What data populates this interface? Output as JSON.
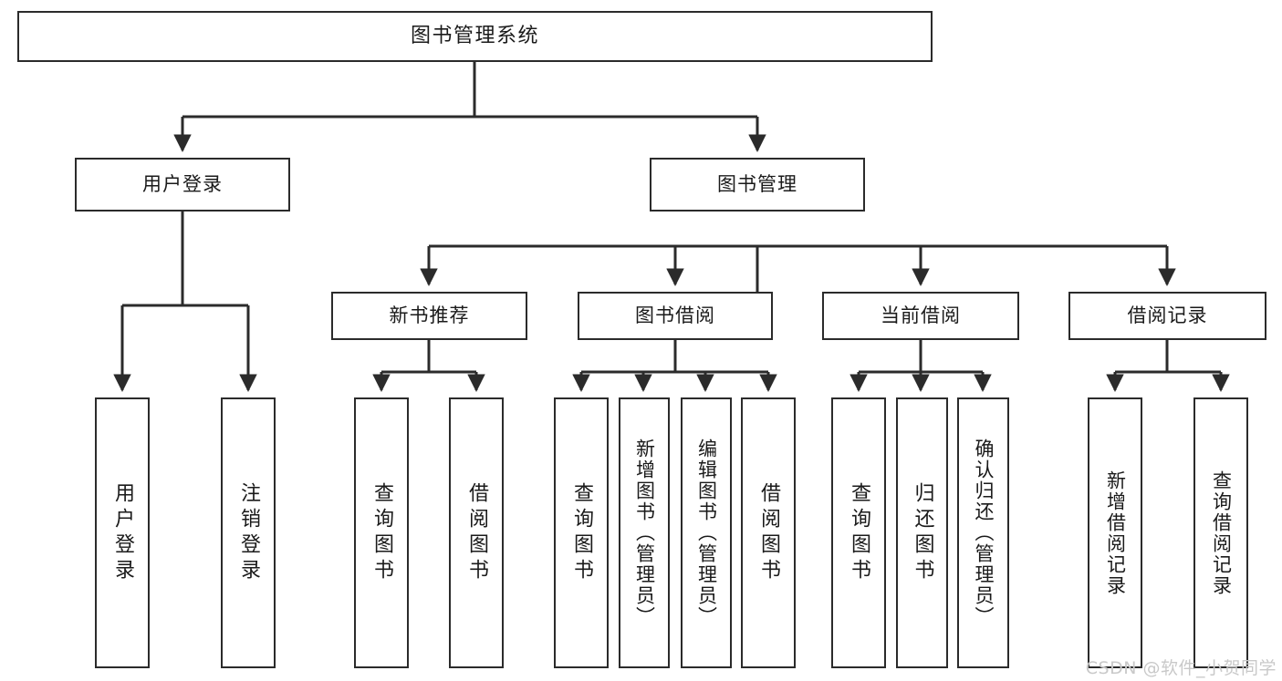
{
  "diagram": {
    "title": "图书管理系统",
    "type": "tree-hierarchy-chart",
    "root": {
      "label": "图书管理系统"
    },
    "level2": [
      {
        "label": "用户登录"
      },
      {
        "label": "图书管理"
      }
    ],
    "level3": [
      {
        "label": "新书推荐"
      },
      {
        "label": "图书借阅"
      },
      {
        "label": "当前借阅"
      },
      {
        "label": "借阅记录"
      }
    ],
    "leaves": [
      {
        "label": "用户登录",
        "parent": "用户登录"
      },
      {
        "label": "注销登录",
        "parent": "用户登录"
      },
      {
        "label": "查询图书",
        "parent": "新书推荐"
      },
      {
        "label": "借阅图书",
        "parent": "新书推荐"
      },
      {
        "label": "查询图书",
        "parent": "图书借阅"
      },
      {
        "label": "新增图书（管理员）",
        "parent": "图书借阅"
      },
      {
        "label": "编辑图书（管理员）",
        "parent": "图书借阅"
      },
      {
        "label": "借阅图书",
        "parent": "图书借阅"
      },
      {
        "label": "查询图书",
        "parent": "当前借阅"
      },
      {
        "label": "归还图书",
        "parent": "当前借阅"
      },
      {
        "label": "确认归还（管理员）",
        "parent": "当前借阅"
      },
      {
        "label": "新增借阅记录",
        "parent": "借阅记录"
      },
      {
        "label": "查询借阅记录",
        "parent": "借阅记录"
      }
    ]
  },
  "watermark": {
    "text": "CSDN @软件_小贺同学"
  },
  "colors": {
    "border": "#2b2b2b",
    "text": "#1a1a1a",
    "background": "#ffffff",
    "watermark": "#c9c9c9"
  }
}
